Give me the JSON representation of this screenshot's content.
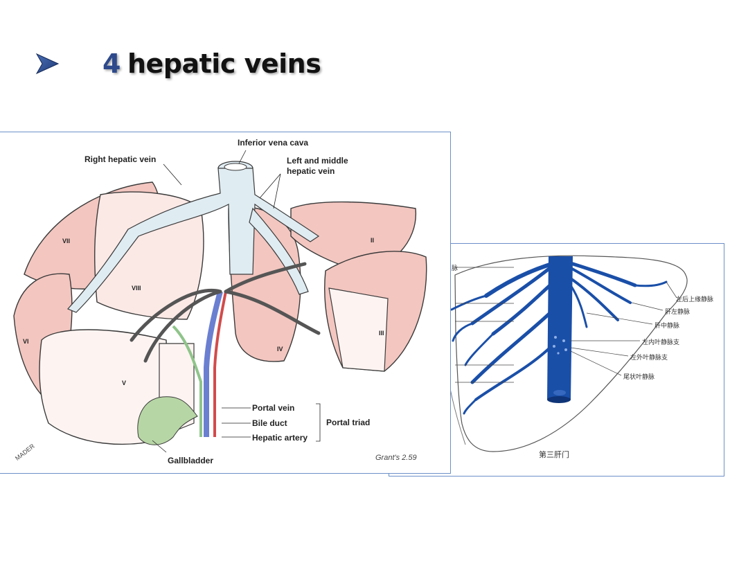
{
  "slide": {
    "title_number": "4",
    "title_text": "hepatic veins",
    "bullet_icon": "arrowhead-bullet-icon",
    "accent_color": "#2e4a8c"
  },
  "left_figure": {
    "labels": {
      "ivc": "Inferior vena cava",
      "right_hv": "Right hepatic vein",
      "left_middle_1": "Left and middle",
      "left_middle_2": "hepatic vein",
      "portal_vein": "Portal vein",
      "bile_duct": "Bile duct",
      "hepatic_artery": "Hepatic artery",
      "portal_triad": "Portal triad",
      "gallbladder": "Gallbladder"
    },
    "segments": {
      "vii": "VII",
      "viii": "VIII",
      "vi": "VI",
      "v": "V",
      "iv": "IV",
      "iii": "III",
      "ii": "II"
    },
    "credit": "Grant's 2.59",
    "signature": "MADER"
  },
  "right_figure": {
    "labels": {
      "lpsmv": "左后上缘静脉",
      "lhv": "肝左静脉",
      "mhv": "肝中静脉",
      "lmlv": "左内叶静脉支",
      "lllv": "左外叶静脉支",
      "clv": "尾状叶静脉"
    },
    "edge_fragment": "脉",
    "caption": "第三肝门"
  }
}
